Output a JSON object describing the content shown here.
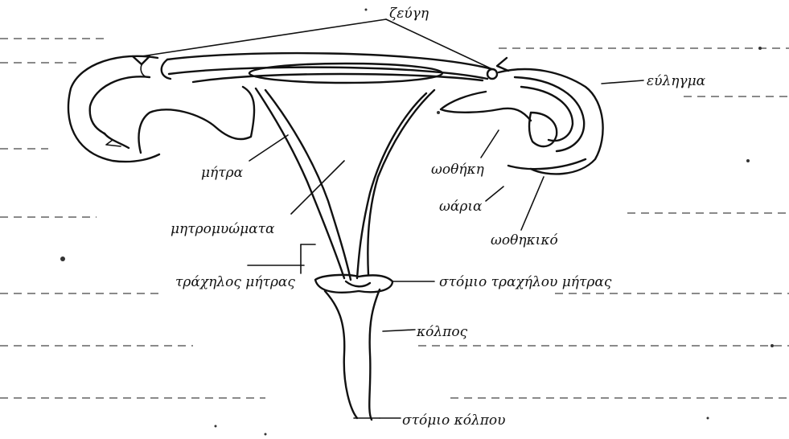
{
  "labels": {
    "top": "ζεύγη",
    "fimbriae": "εύληγμα",
    "uterus": "μήτρα",
    "tube": "ωοθήκη",
    "ovary": "ωάρια",
    "ligament": "ωοθηκικό",
    "muscle": "μητρομυώματα",
    "cervix": "τράχηλος μήτρας",
    "os": "στόμιο τραχήλου μήτρας",
    "vagina": "κόλπος",
    "vaginal_opening": "στόμιο κόλπου"
  }
}
